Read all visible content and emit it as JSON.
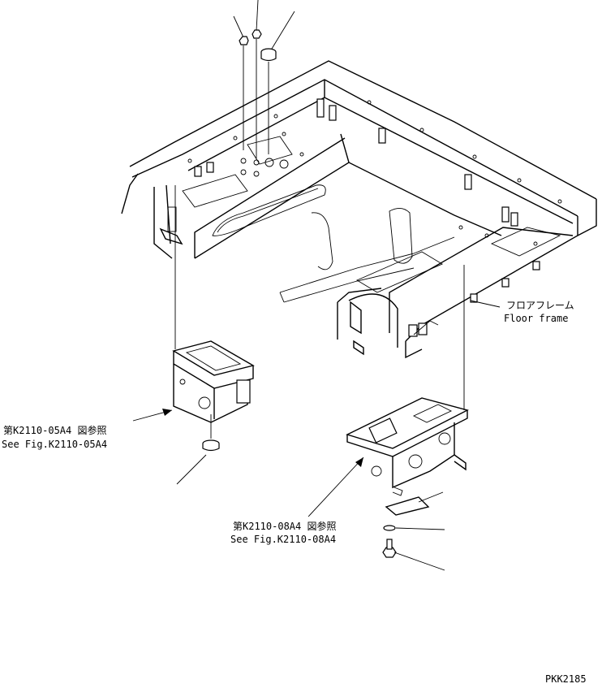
{
  "labels": {
    "floor_frame_jp": "フロアフレーム",
    "floor_frame_en": "Floor frame",
    "ref_left_jp": "第K2110-05A4 図参照",
    "ref_left_en": "See Fig.K2110-05A4",
    "ref_right_jp": "第K2110-08A4 図参照",
    "ref_right_en": "See Fig.K2110-08A4",
    "drawing_code": "PKK2185"
  }
}
